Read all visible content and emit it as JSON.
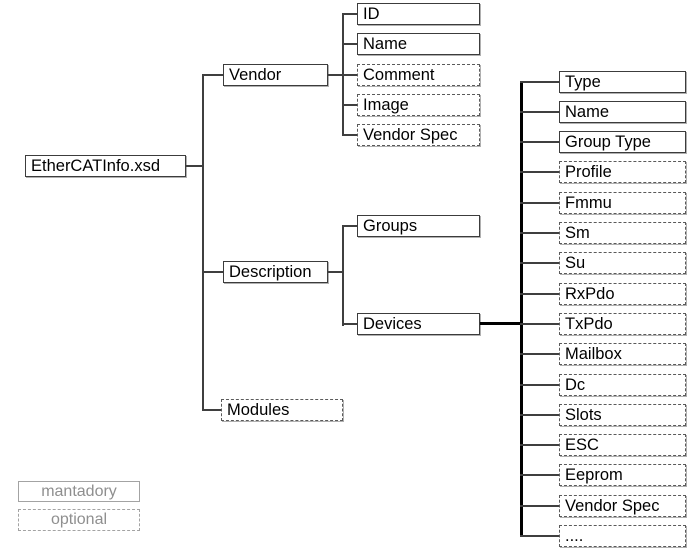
{
  "diagram": {
    "root": {
      "label": "EtherCATInfo.xsd",
      "style": "solid"
    },
    "branches": [
      {
        "label": "Vendor",
        "style": "solid",
        "children": [
          {
            "label": "ID",
            "style": "solid"
          },
          {
            "label": "Name",
            "style": "solid"
          },
          {
            "label": "Comment",
            "style": "dashed"
          },
          {
            "label": "Image",
            "style": "dashed"
          },
          {
            "label": "Vendor Spec",
            "style": "dashed"
          }
        ]
      },
      {
        "label": "Description",
        "style": "solid",
        "children": [
          {
            "label": "Groups",
            "style": "solid"
          },
          {
            "label": "Devices",
            "style": "solid"
          }
        ]
      },
      {
        "label": "Modules",
        "style": "dashed",
        "children": []
      }
    ],
    "devices_children": [
      {
        "label": "Type",
        "style": "solid"
      },
      {
        "label": "Name",
        "style": "solid"
      },
      {
        "label": "Group Type",
        "style": "solid"
      },
      {
        "label": "Profile",
        "style": "dashed"
      },
      {
        "label": "Fmmu",
        "style": "dashed"
      },
      {
        "label": "Sm",
        "style": "dashed"
      },
      {
        "label": "Su",
        "style": "dashed"
      },
      {
        "label": "RxPdo",
        "style": "dashed"
      },
      {
        "label": "TxPdo",
        "style": "dashed"
      },
      {
        "label": "Mailbox",
        "style": "dashed"
      },
      {
        "label": "Dc",
        "style": "dashed"
      },
      {
        "label": "Slots",
        "style": "dashed"
      },
      {
        "label": "ESC",
        "style": "dashed"
      },
      {
        "label": "Eeprom",
        "style": "dashed"
      },
      {
        "label": "Vendor Spec",
        "style": "dashed"
      },
      {
        "label": "....",
        "style": "dashed"
      }
    ],
    "legend": [
      {
        "label": "mantadory",
        "style": "solid"
      },
      {
        "label": "optional",
        "style": "dashed"
      }
    ],
    "colors": {
      "background": "#ffffff",
      "node_border": "#3c3c3c",
      "optional_border": "#5a5a5a",
      "text": "#000000",
      "connector": "#3f3f3f",
      "connector_strong": "#000000",
      "legend_border": "#a3a3a3",
      "legend_text": "#8f8f8f"
    }
  }
}
